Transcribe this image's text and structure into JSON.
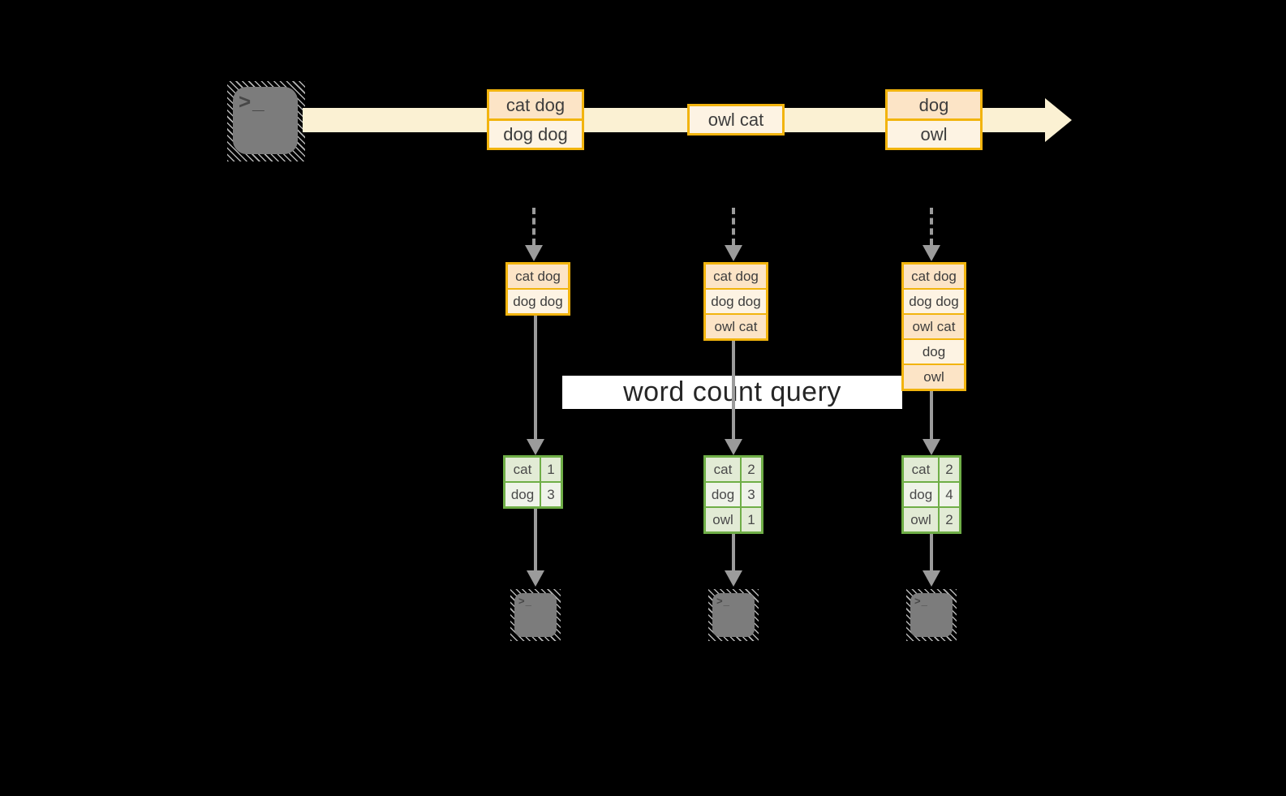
{
  "colors": {
    "canvasBg": "#000000",
    "orange": "#F2B40E",
    "peach": "#FCE4C6",
    "cream": "#FDF3E3",
    "streamFill": "#FBF1D3",
    "green": "#6FAE47",
    "greenLight": "#E2EBD5",
    "greenLighter": "#EFF3E9",
    "connector": "#9B9B9B",
    "terminalGray": "#7C7C7C",
    "textDark": "#3D3D3D",
    "queryText": "#262626",
    "queryBg": "#FFFFFF"
  },
  "terminal": {
    "glyph": ">_"
  },
  "stream": {
    "events": [
      {
        "lines": [
          "cat dog",
          "dog dog"
        ]
      },
      {
        "lines": [
          "owl cat"
        ]
      },
      {
        "lines": [
          "dog",
          "owl"
        ]
      }
    ]
  },
  "query": {
    "label": "word count query"
  },
  "columns": [
    {
      "buffer": [
        "cat dog",
        "dog dog"
      ],
      "counts": [
        [
          "cat",
          "1"
        ],
        [
          "dog",
          "3"
        ]
      ]
    },
    {
      "buffer": [
        "cat dog",
        "dog dog",
        "owl cat"
      ],
      "counts": [
        [
          "cat",
          "2"
        ],
        [
          "dog",
          "3"
        ],
        [
          "owl",
          "1"
        ]
      ]
    },
    {
      "buffer": [
        "cat dog",
        "dog dog",
        "owl cat",
        "dog",
        "owl"
      ],
      "counts": [
        [
          "cat",
          "2"
        ],
        [
          "dog",
          "4"
        ],
        [
          "owl",
          "2"
        ]
      ]
    }
  ]
}
